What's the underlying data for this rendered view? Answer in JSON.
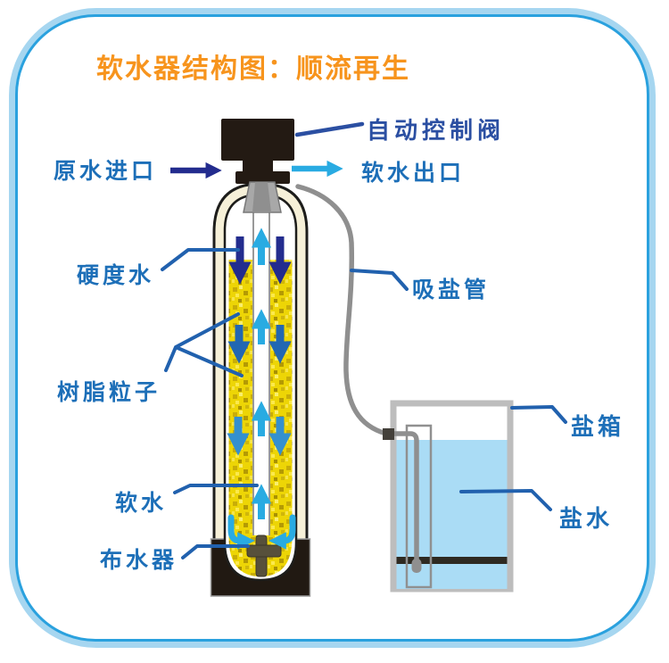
{
  "title": {
    "text": "软水器结构图：顺流再生"
  },
  "labels": {
    "auto_control_valve": "自动控制阀",
    "raw_water_inlet": "原水进口",
    "soft_water_outlet": "软水出口",
    "hardness_water": "硬度水",
    "resin_particles": "树脂粒子",
    "salt_suction_pipe": "吸盐管",
    "salt_box": "盐箱",
    "salt_water": "盐水",
    "soft_water": "软水",
    "water_distributor": "布水器"
  },
  "colors": {
    "title_orange": "#f7941d",
    "label_blue": "#1d6fb8",
    "valve_label_blue": "#2b4fa2",
    "pointer_line_blue": "#2161ae",
    "raw_inlet_arrow_navy": "#232c8e",
    "flow_mid_blue": "#2267b2",
    "flow_lower_blue": "#3490cf",
    "soft_flow_cyan": "#29abe2",
    "resin_yellow": "#edd506",
    "tank_shell_cream": "#f6f0d8",
    "valve_black": "#231a13",
    "brine_water_blue": "#aadcf5",
    "pipe_gray": "#8f8f8f",
    "frame_light_blue": "#a6d6f0",
    "frame_line_blue": "#2aa1de"
  }
}
